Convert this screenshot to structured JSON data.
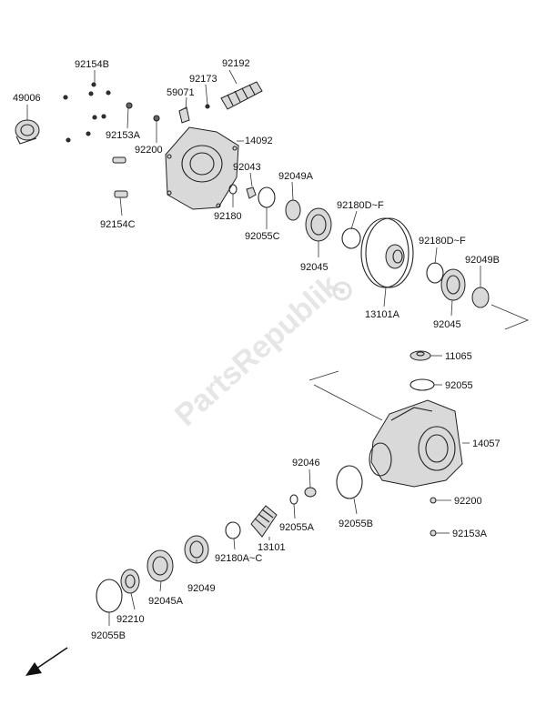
{
  "watermark": "PartsRepublik",
  "labels": {
    "p92154B": "92154B",
    "p92192": "92192",
    "p92173": "92173",
    "p59071": "59071",
    "p49006": "49006",
    "p92153A_top": "92153A",
    "p92200_top": "92200",
    "p14092": "14092",
    "p92043": "92043",
    "p92049A": "92049A",
    "p92180": "92180",
    "p92055C": "92055C",
    "p92154C": "92154C",
    "p92180DF_1": "92180D~F",
    "p92045_1": "92045",
    "p13101A": "13101A",
    "p92180DF_2": "92180D~F",
    "p92049B": "92049B",
    "p92045_2": "92045",
    "p11065": "11065",
    "p92055": "92055",
    "p14057": "14057",
    "p92046": "92046",
    "p92055A": "92055A",
    "p92055B_mid": "92055B",
    "p92200_bot": "92200",
    "p92153A_bot": "92153A",
    "p13101": "13101",
    "p92180AC": "92180A~C",
    "p92049": "92049",
    "p92045A": "92045A",
    "p92210": "92210",
    "p92055B_bot": "92055B"
  }
}
